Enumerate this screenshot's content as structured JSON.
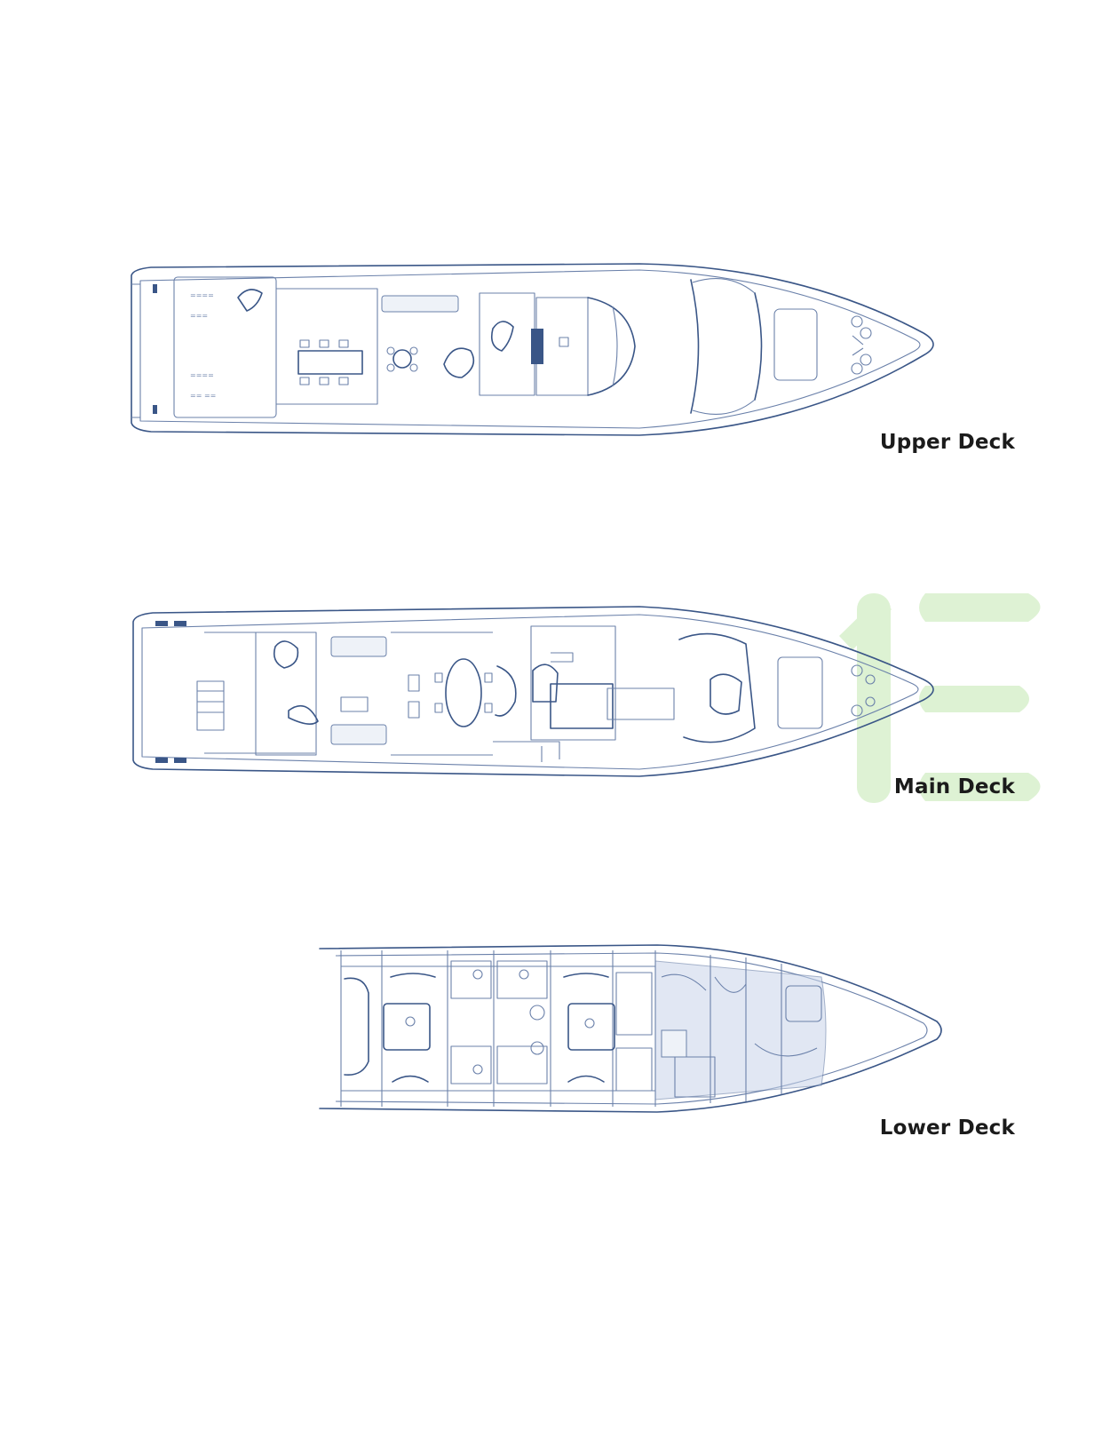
{
  "decks": [
    {
      "id": "upper",
      "label": "Upper Deck"
    },
    {
      "id": "main",
      "label": "Main Deck"
    },
    {
      "id": "lower",
      "label": "Lower Deck"
    }
  ],
  "colors": {
    "line": "#3a5687",
    "accent_fill": "#c9d5ea",
    "watermark": "#b7e3a8",
    "label": "#1b1b1b"
  },
  "watermark_icon": "brand-logo-icon"
}
